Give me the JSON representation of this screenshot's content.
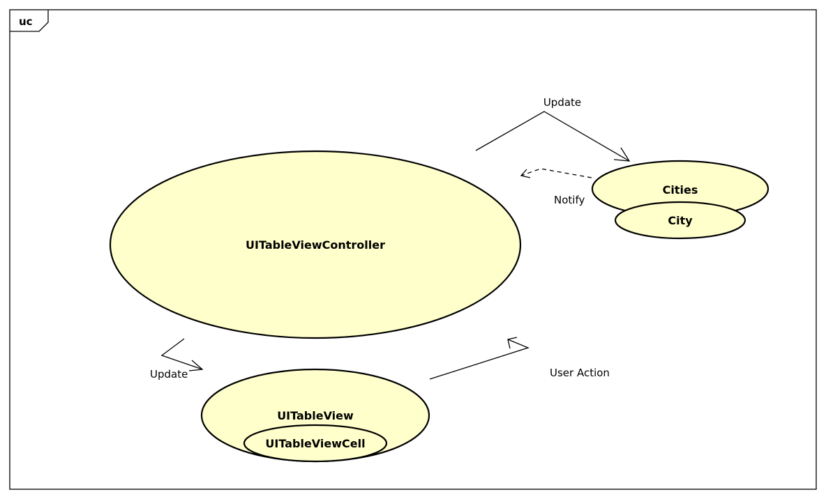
{
  "diagram": {
    "frame_label": "uc",
    "colors": {
      "usecase_fill": "#FFFFCC",
      "stroke": "#000000",
      "background": "#FFFFFF"
    },
    "usecases": {
      "controller": "UITableViewController",
      "cities": "Cities",
      "city": "City",
      "tableview": "UITableView",
      "tableviewcell": "UITableViewCell"
    },
    "edges": {
      "update_model": "Update",
      "notify": "Notify",
      "update_view": "Update",
      "user_action": "User Action"
    }
  }
}
